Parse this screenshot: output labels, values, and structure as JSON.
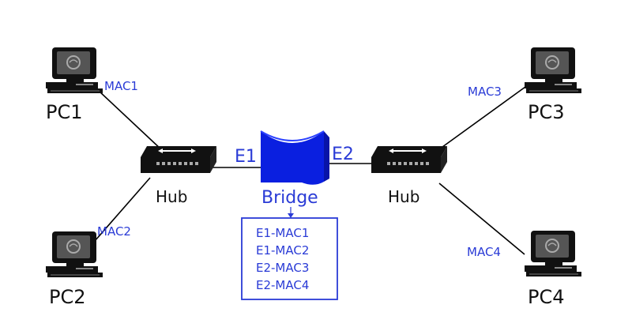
{
  "colors": {
    "accent_blue": "#2a3bd6",
    "device_black": "#111111",
    "link_black": "#000000"
  },
  "icons": {
    "pc": "desktop-computer-icon",
    "hub": "network-hub-icon",
    "bridge": "bridge-icon"
  },
  "pcs": [
    {
      "name": "PC1",
      "mac": "MAC1"
    },
    {
      "name": "PC2",
      "mac": "MAC2"
    },
    {
      "name": "PC3",
      "mac": "MAC3"
    },
    {
      "name": "PC4",
      "mac": "MAC4"
    }
  ],
  "hubs": [
    {
      "label": "Hub"
    },
    {
      "label": "Hub"
    }
  ],
  "bridge": {
    "label": "Bridge",
    "ports": [
      "E1",
      "E2"
    ],
    "table": [
      "E1-MAC1",
      "E1-MAC2",
      "E2-MAC3",
      "E2-MAC4"
    ]
  }
}
